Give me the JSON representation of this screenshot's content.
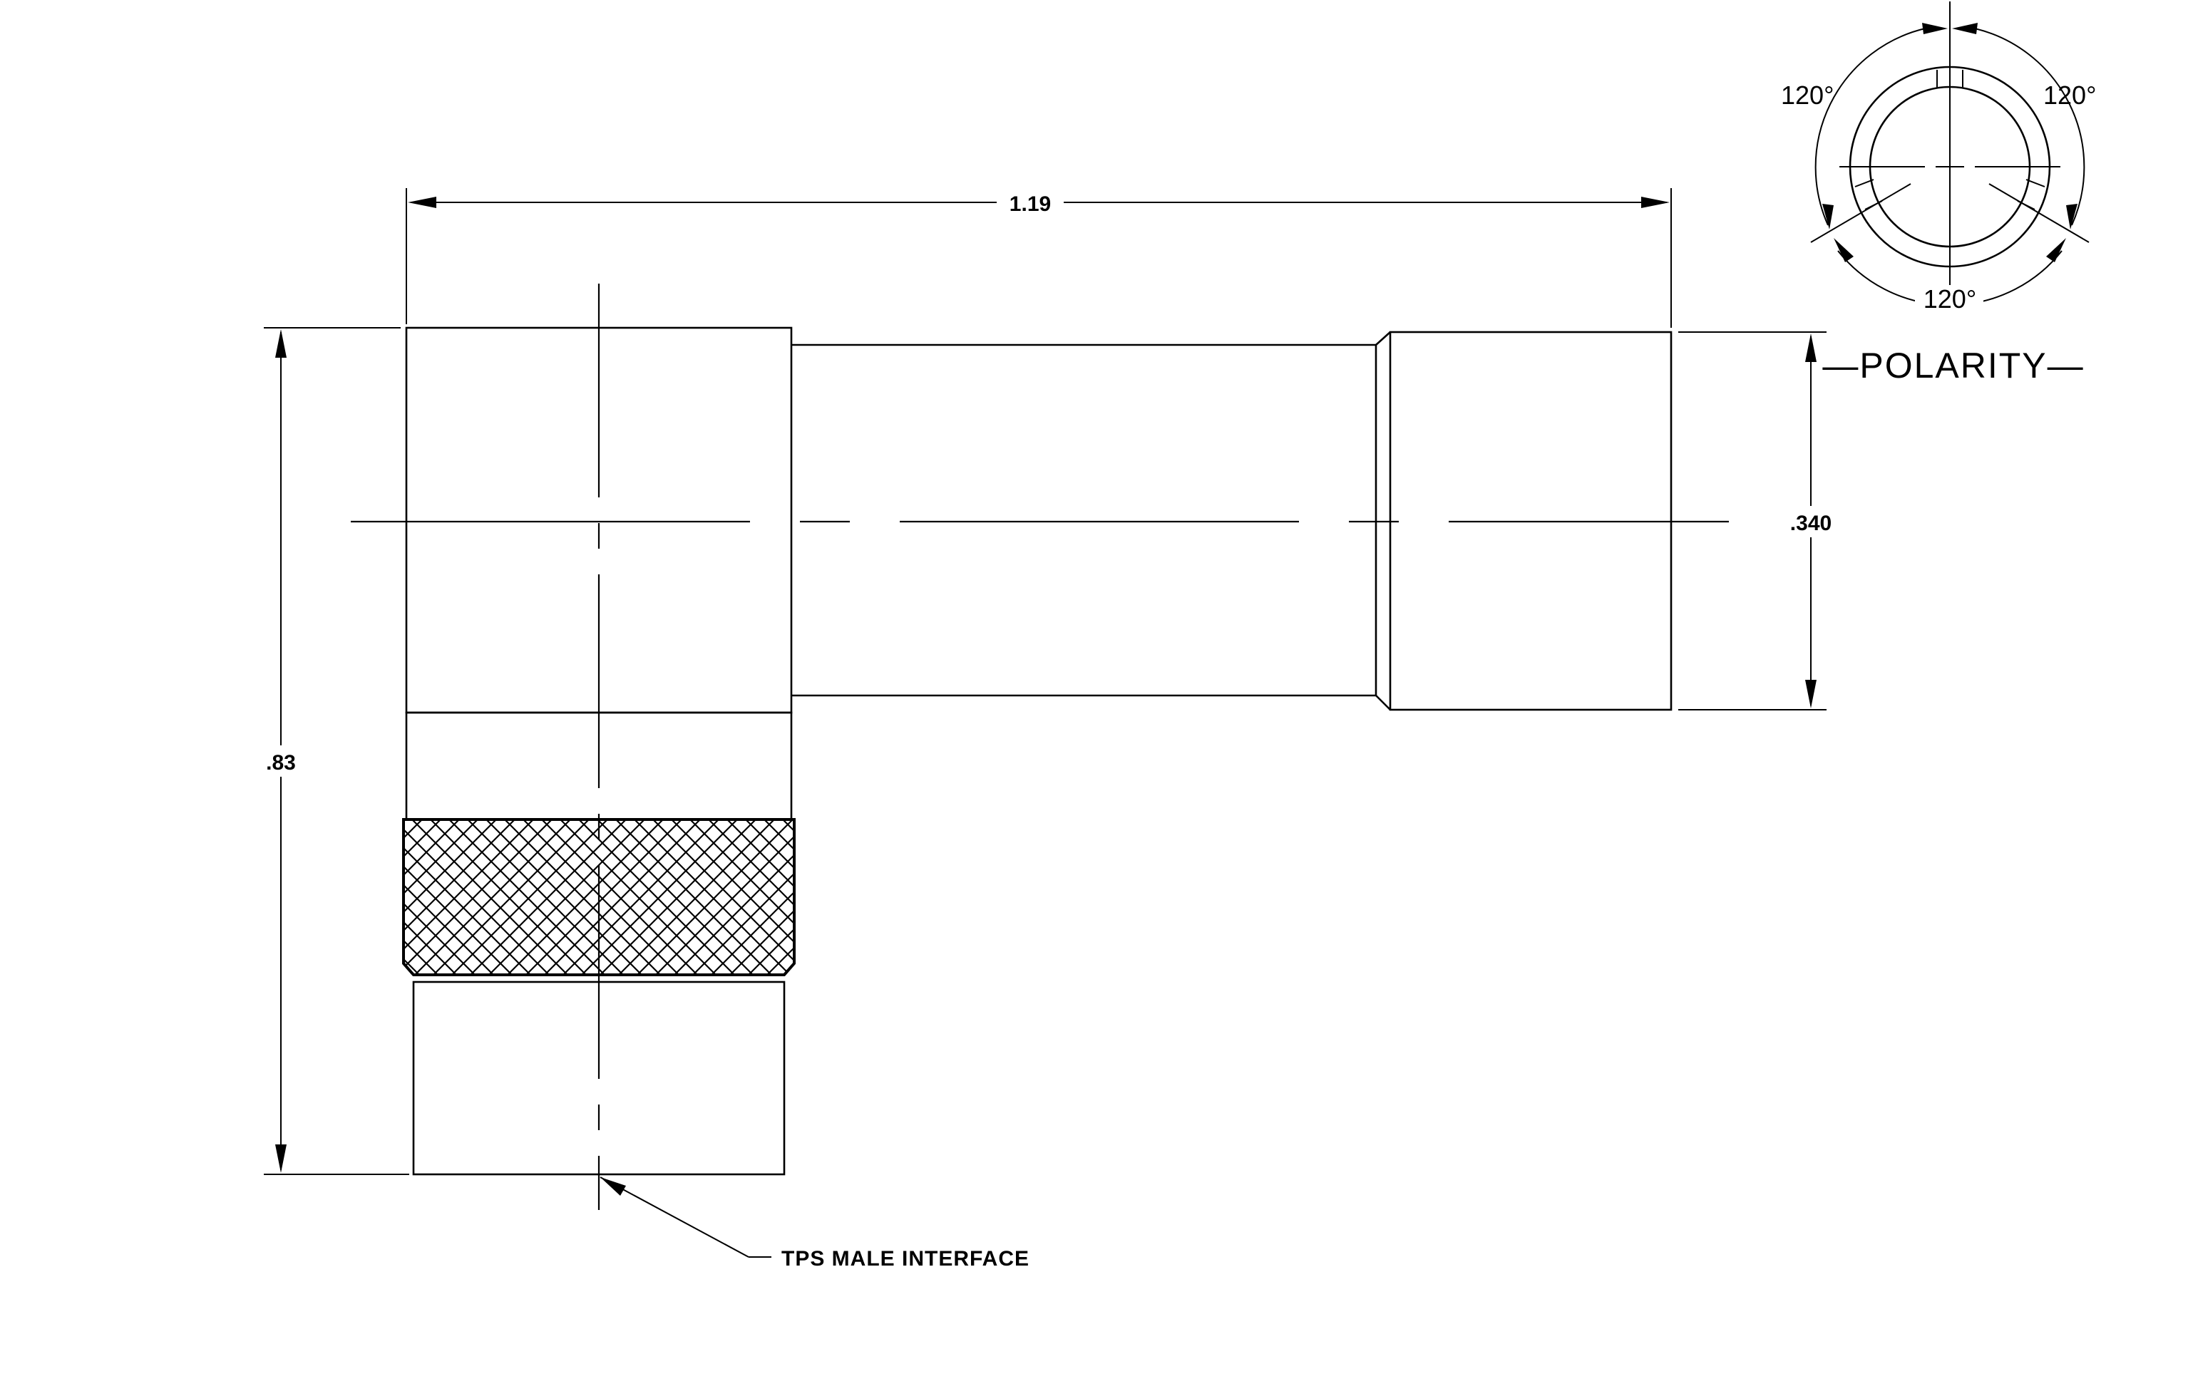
{
  "drawing": {
    "dimensions": {
      "overall_length": "1.19",
      "overall_height": ".83",
      "body_diameter": ".340"
    },
    "callout": "TPS MALE INTERFACE",
    "polarity": {
      "title": "—POLARITY—",
      "angle_left": "120°",
      "angle_right": "120°",
      "angle_bottom": "120°"
    },
    "colors": {
      "line": "#000000",
      "background": "#ffffff"
    }
  }
}
